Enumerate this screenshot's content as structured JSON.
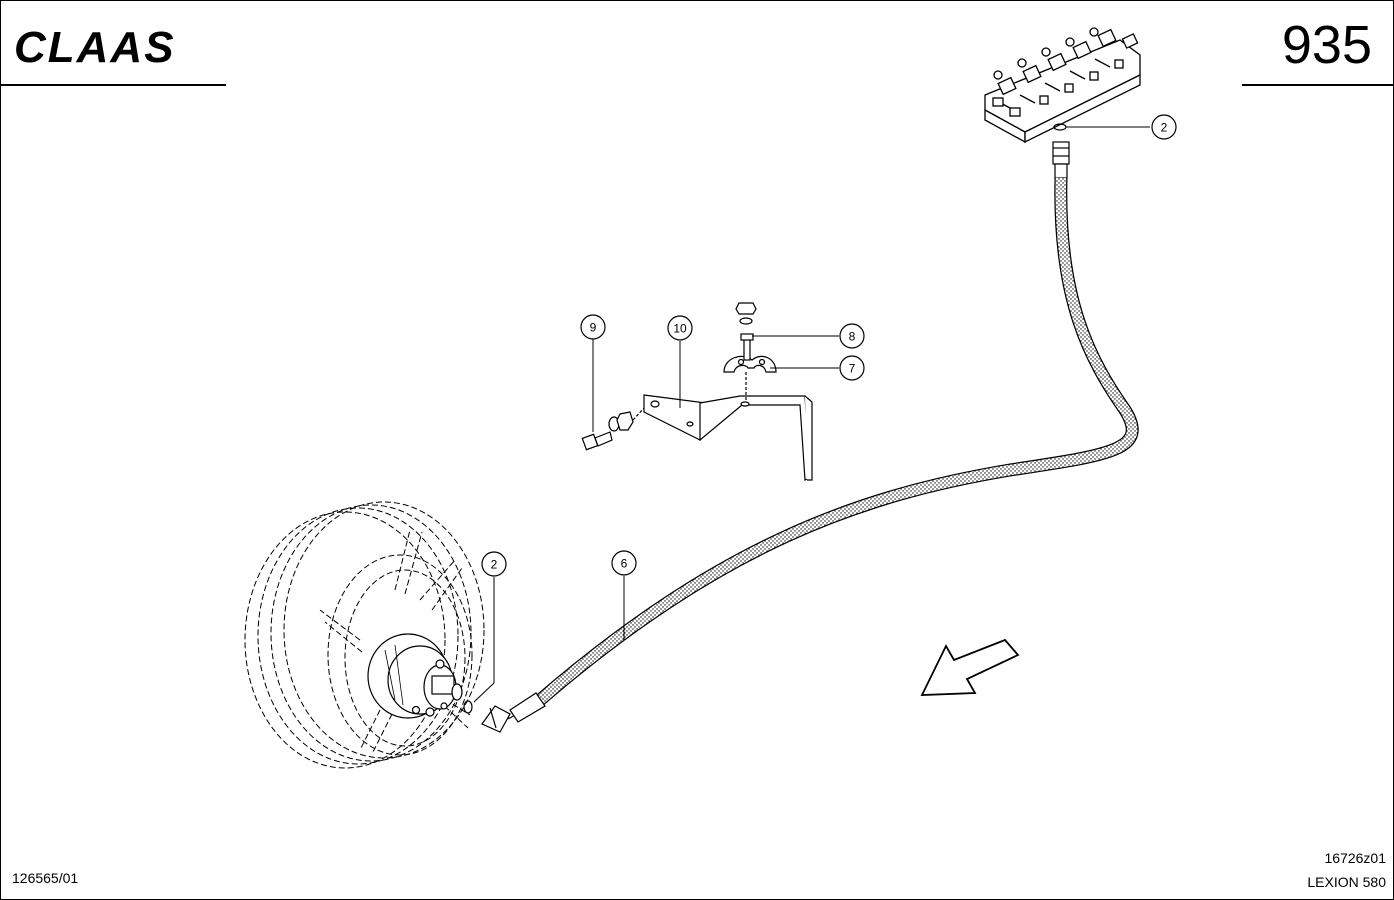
{
  "header": {
    "brand": "CLAAS",
    "page_number": "935"
  },
  "callouts": [
    {
      "id": "c-2-top",
      "label": "2"
    },
    {
      "id": "c-10",
      "label": "10"
    },
    {
      "id": "c-9",
      "label": "9"
    },
    {
      "id": "c-8",
      "label": "8"
    },
    {
      "id": "c-7",
      "label": "7"
    },
    {
      "id": "c-2-bottom",
      "label": "2"
    },
    {
      "id": "c-6",
      "label": "6"
    }
  ],
  "footer": {
    "document_code": "126565/01",
    "drawing_code": "16726z01",
    "model": "LEXION 580"
  }
}
